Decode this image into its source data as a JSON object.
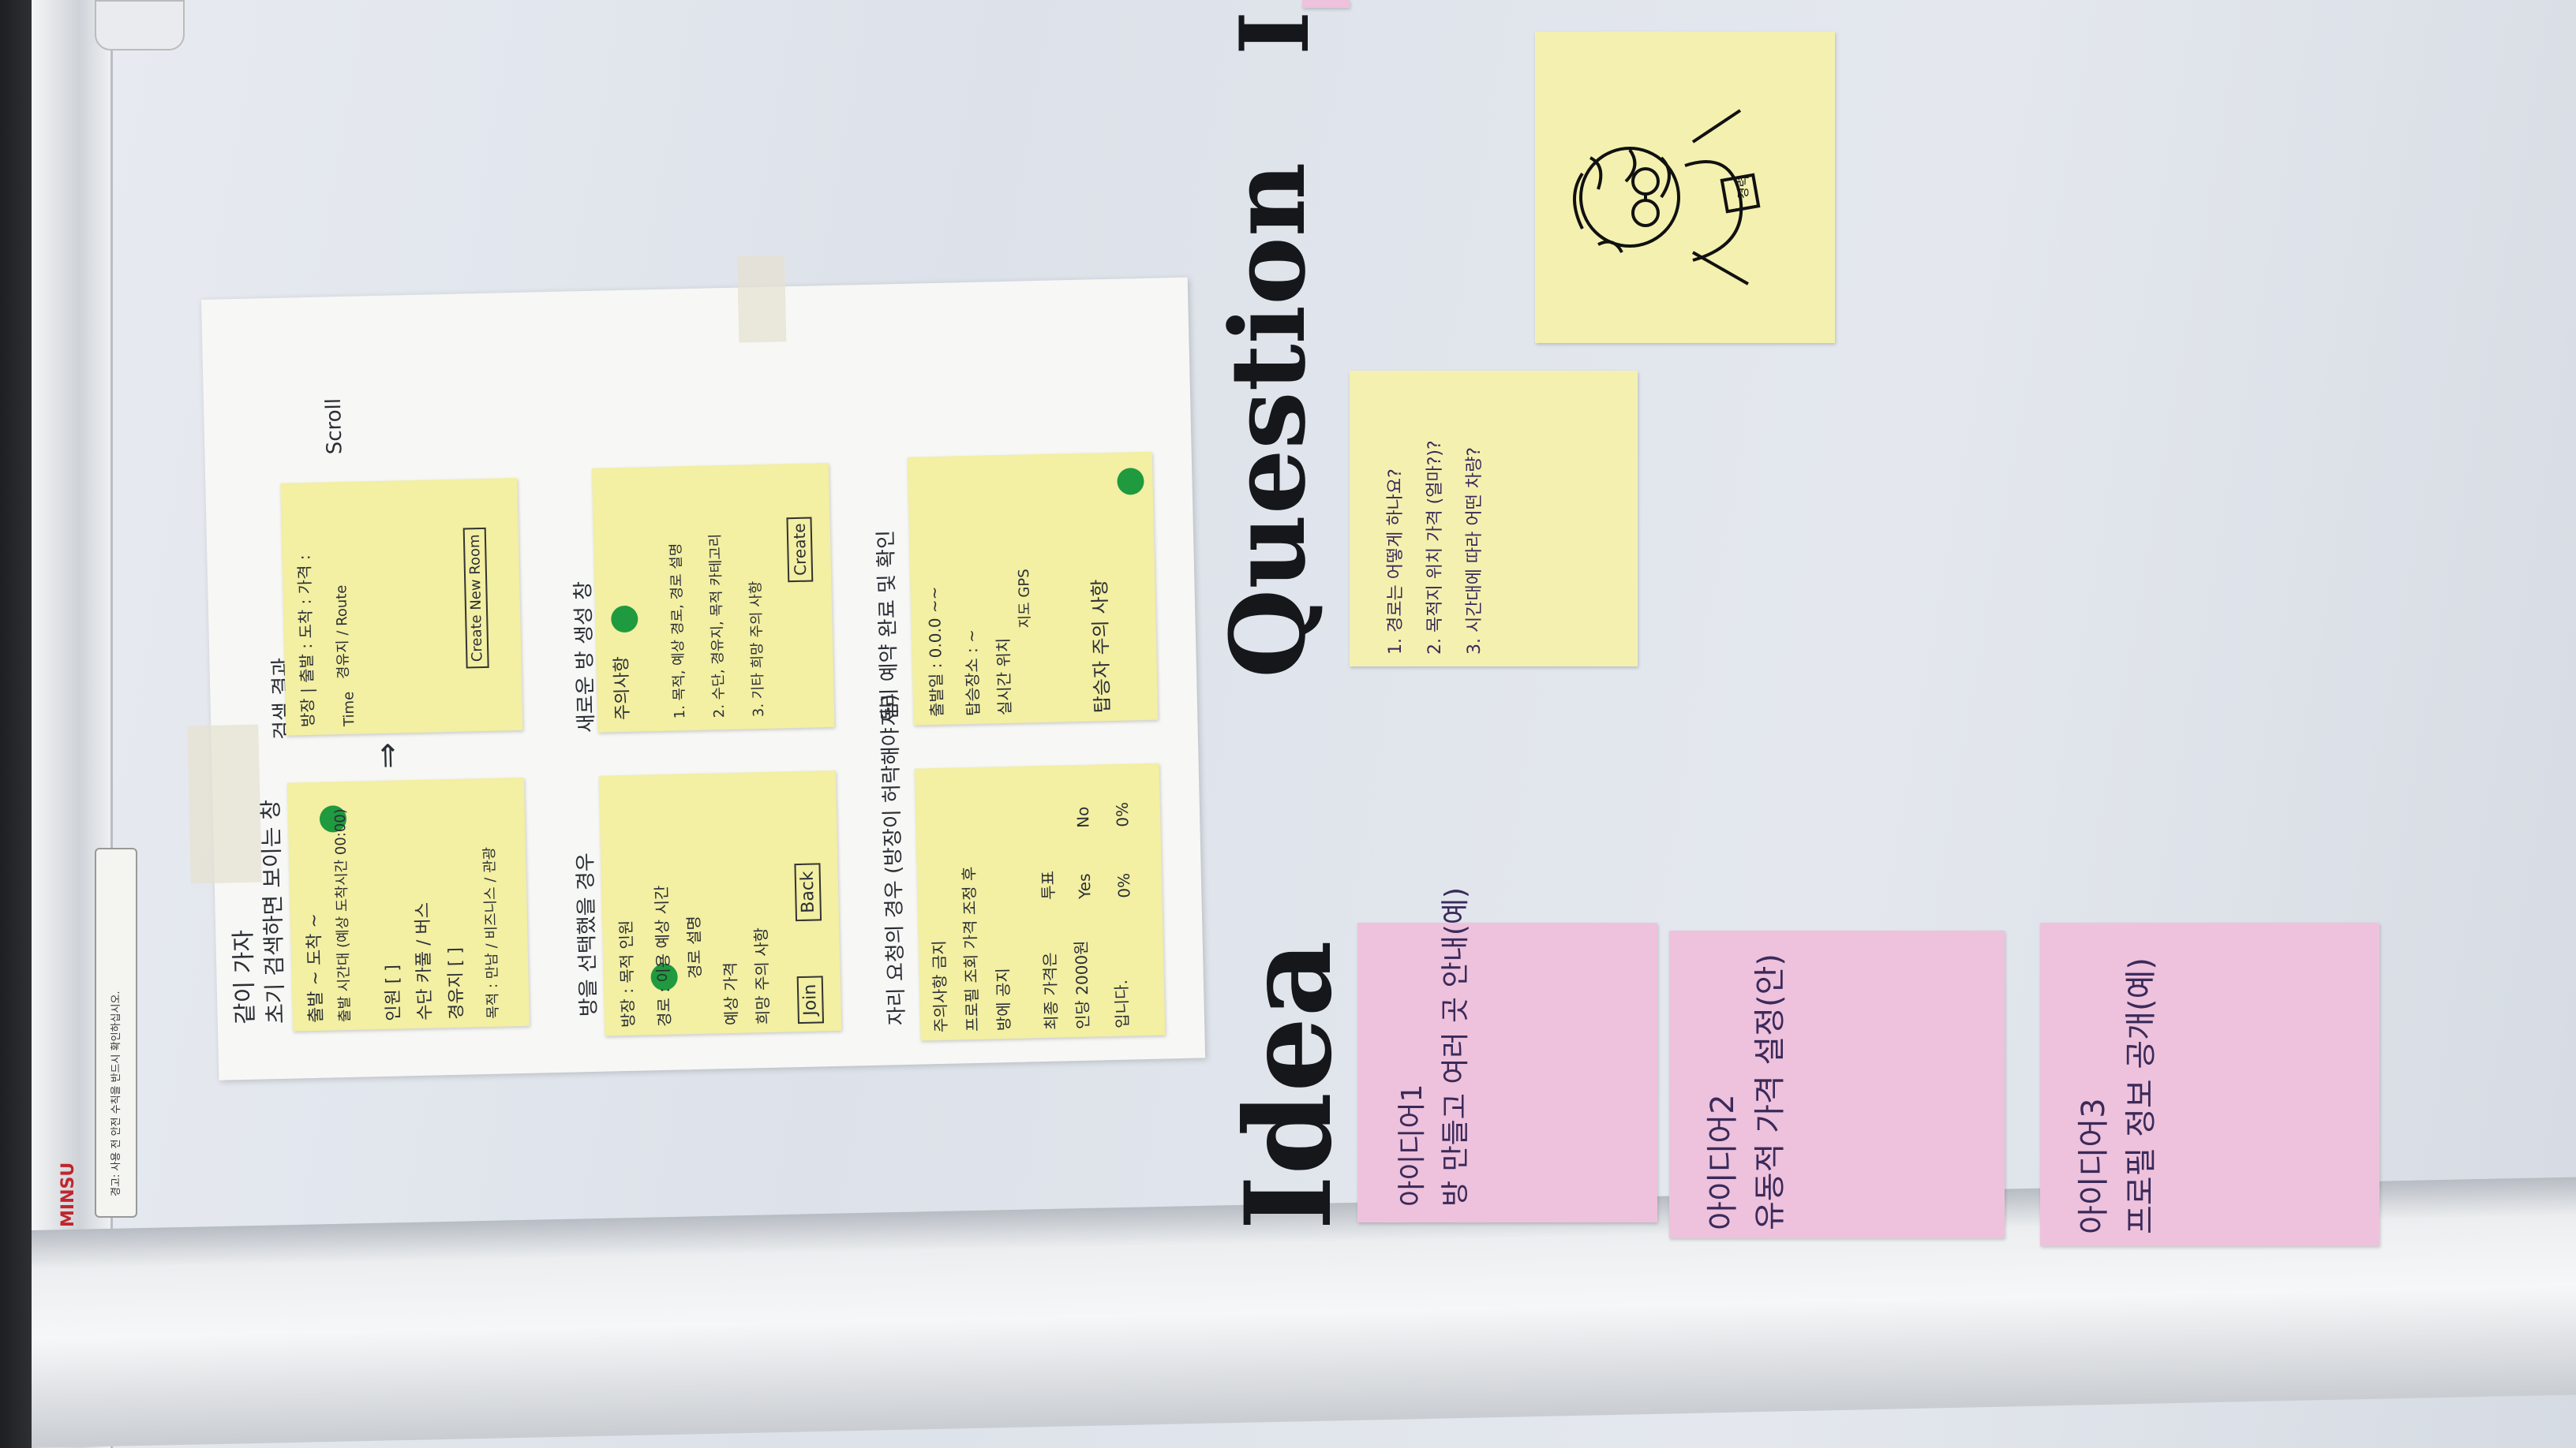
{
  "board": {
    "heading_idea": "Idea",
    "heading_question": "Question",
    "heading_top_fragment": "I"
  },
  "paper": {
    "col1_title": "같이 가자",
    "frame_top": "초기 검색하면 보이는 창",
    "frame_search_result": "검색 결과",
    "frame_room_select": "방을 선택했을 경우",
    "frame_new_room": "새로운 방 생성 창",
    "frame_owner_cancel": "자리 요청의 경우 (방장이 허락해야 됨)",
    "frame_reservation_done": "자리 예약 완료 및 확인"
  },
  "sketches": {
    "search_fields": [
      "출발 ~ 도착 ~",
      "출발 시간대 (예상 도착시간 00:00)",
      "인원 [ ]",
      "수단 카풀 / 버스",
      "경유지 [ ]",
      "목적 : 만남 / 비즈니스 / 관광"
    ],
    "search_result_lines": [
      "방장 | 출발 : 도착 : 가격 :",
      "경유지 / Route",
      "Time"
    ],
    "search_result_button": "Create New Room",
    "scroll_label": "Scroll",
    "room_select_lines": [
      "방장 : 목적 인원",
      "경로 : 이용 예상 시간",
      "경로 설명",
      "예상 가격",
      "희망 주의 사항"
    ],
    "room_select_buttons": [
      "Join",
      "Back"
    ],
    "new_room_lines": [
      "주의사항",
      "1. 목적, 예상 경로, 경로 설명",
      "2. 수단, 경유지, 목적 카테고리",
      "3. 기타 희망 주의 사항"
    ],
    "new_room_button": "Create",
    "request_lines": [
      "주의사항 금지",
      "프로필 조회 가격 조정 후",
      "방에 공지",
      "최종 가격은",
      "인당 2000원",
      "입니다."
    ],
    "request_vote": [
      "투표",
      "Yes",
      "No",
      "0%",
      "0%"
    ],
    "done_lines": [
      "출발일 : 0.0.0 ~~",
      "탑승장소 : ~",
      "실시간 위치",
      "지도 GPS",
      "탑승자 주의 사항"
    ]
  },
  "question_note": {
    "lines": [
      "1. 경로는 어떻게 하나요?",
      "2. 목적지 위치 가격 (얼마?)?",
      "3. 시간대에 따라 어떤 차량?"
    ]
  },
  "ideas": [
    {
      "number": "아이디어1",
      "text": "방 만들고 여러 곳 안내(예)"
    },
    {
      "number": "아이디어2",
      "text": "유동적 가격 설정(안)"
    },
    {
      "number": "아이디어3",
      "text": "프로필 정보 공개(예)"
    }
  ],
  "avatar_note": {
    "tag": "경력"
  },
  "labels": {
    "brand": "MINSU",
    "warning": "경고: 사용 전 안전 수칙을 반드시 확인하십시오."
  },
  "colors": {
    "sticky_yellow": "#f3efa3",
    "sticky_pink": "#eec2dc",
    "dot_green": "#1f9a3e"
  }
}
